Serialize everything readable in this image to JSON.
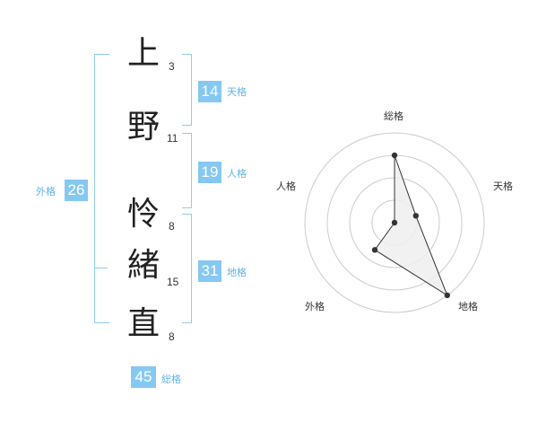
{
  "name": {
    "characters": [
      {
        "char": "上",
        "strokes": "3"
      },
      {
        "char": "野",
        "strokes": "11"
      },
      {
        "char": "怜",
        "strokes": "8"
      },
      {
        "char": "緒",
        "strokes": "15"
      },
      {
        "char": "直",
        "strokes": "8"
      }
    ]
  },
  "fortune": {
    "tenkaku": {
      "value": "14",
      "label": "天格"
    },
    "jinkaku": {
      "value": "19",
      "label": "人格"
    },
    "chikaku": {
      "value": "31",
      "label": "地格"
    },
    "gaikaku": {
      "value": "26",
      "label": "外格"
    },
    "soukaku": {
      "value": "45",
      "label": "総格"
    }
  },
  "chart_data": {
    "type": "radar",
    "axes": [
      "総格",
      "天格",
      "地格",
      "外格",
      "人格"
    ],
    "values": [
      3,
      1,
      4,
      1.5,
      0
    ],
    "rmax": 4,
    "rings": 4,
    "colors": {
      "fill": "#eeeeee",
      "line": "#333333",
      "grid": "#cccccc",
      "center": "#bbbbbb"
    }
  }
}
